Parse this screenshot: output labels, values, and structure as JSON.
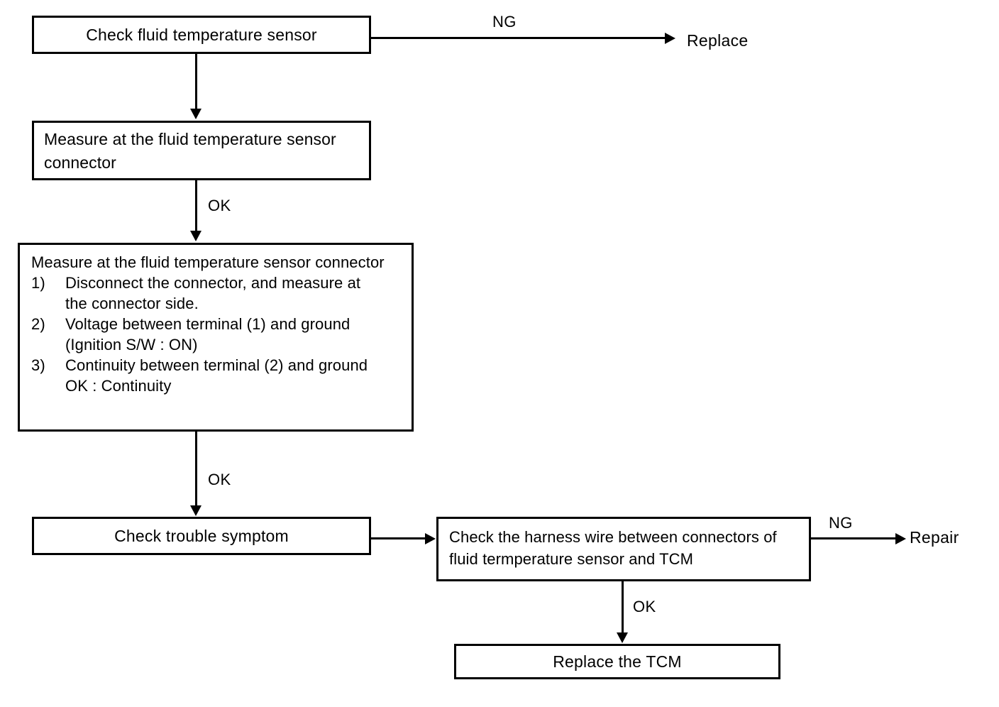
{
  "diagram": {
    "title": "Fluid temperature sensor troubleshooting flowchart",
    "type": "flowchart",
    "line_color": "#000000",
    "background_color": "#ffffff"
  },
  "nodes": {
    "check_sensor": {
      "label": "Check fluid temperature sensor"
    },
    "measure_connector": {
      "label": "Measure at the fluid temperature\nsensor connector"
    },
    "measure_detail": {
      "heading": "Measure at the fluid temperature sensor\nconnector",
      "items": [
        {
          "marker": "1)",
          "text": "Disconnect the connector, and measure at\nthe connector side."
        },
        {
          "marker": "2)",
          "text": "Voltage between terminal (1) and ground\n(Ignition S/W : ON)"
        },
        {
          "marker": "3)",
          "text": "Continuity between terminal (2) and ground\nOK : Continuity"
        }
      ]
    },
    "check_symptom": {
      "label": "Check trouble symptom"
    },
    "check_harness": {
      "label": "Check the harness wire between connectors\nof fluid termperature sensor and TCM"
    },
    "replace_tcm": {
      "label": "Replace the TCM"
    }
  },
  "terminals": {
    "replace": {
      "label": "Replace"
    },
    "repair": {
      "label": "Repair"
    }
  },
  "edge_labels": {
    "ng_top": "NG",
    "ok_1": "OK",
    "ok_2": "OK",
    "ng_harness": "NG",
    "ok_harness": "OK"
  }
}
